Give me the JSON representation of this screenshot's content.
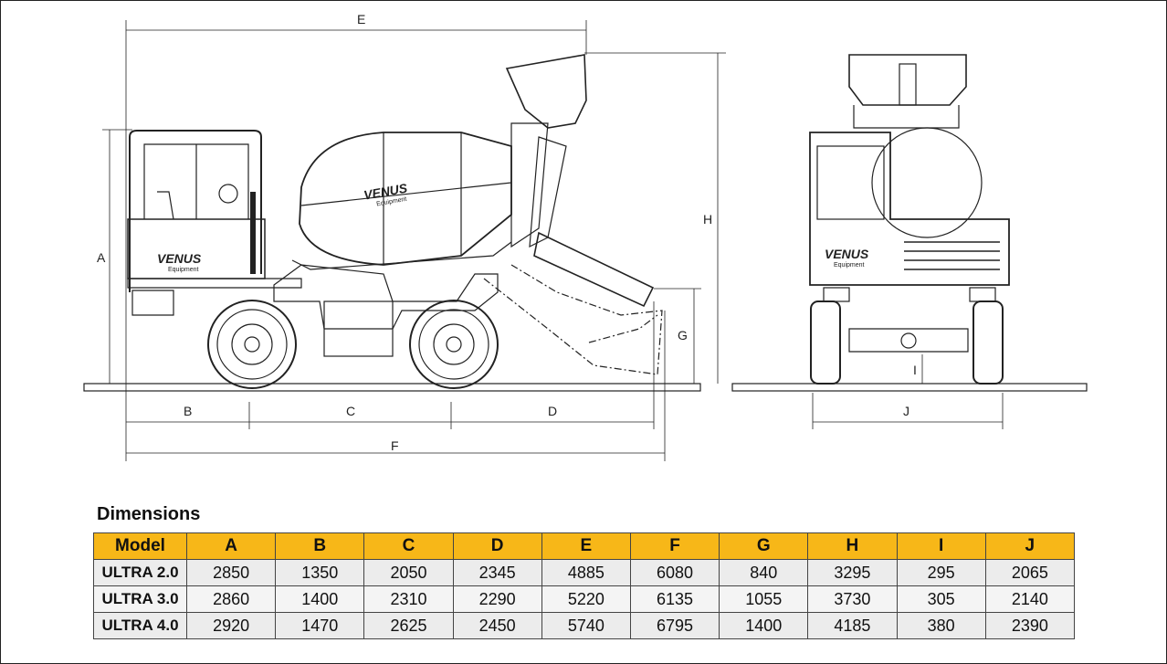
{
  "drawing": {
    "side_labels": {
      "A": "A",
      "B": "B",
      "C": "C",
      "D": "D",
      "E": "E",
      "F": "F",
      "G": "G",
      "H": "H"
    },
    "front_labels": {
      "I": "I",
      "J": "J"
    },
    "logo": {
      "brand": "VENUS",
      "sub": "Equipment"
    }
  },
  "section_title": "Dimensions",
  "table": {
    "headers": [
      "Model",
      "A",
      "B",
      "C",
      "D",
      "E",
      "F",
      "G",
      "H",
      "I",
      "J"
    ],
    "rows": [
      [
        "ULTRA 2.0",
        "2850",
        "1350",
        "2050",
        "2345",
        "4885",
        "6080",
        "840",
        "3295",
        "295",
        "2065"
      ],
      [
        "ULTRA 3.0",
        "2860",
        "1400",
        "2310",
        "2290",
        "5220",
        "6135",
        "1055",
        "3730",
        "305",
        "2140"
      ],
      [
        "ULTRA 4.0",
        "2920",
        "1470",
        "2625",
        "2450",
        "5740",
        "6795",
        "1400",
        "4185",
        "380",
        "2390"
      ]
    ]
  },
  "colors": {
    "header_fill": "#f7b718",
    "line": "#222222"
  }
}
